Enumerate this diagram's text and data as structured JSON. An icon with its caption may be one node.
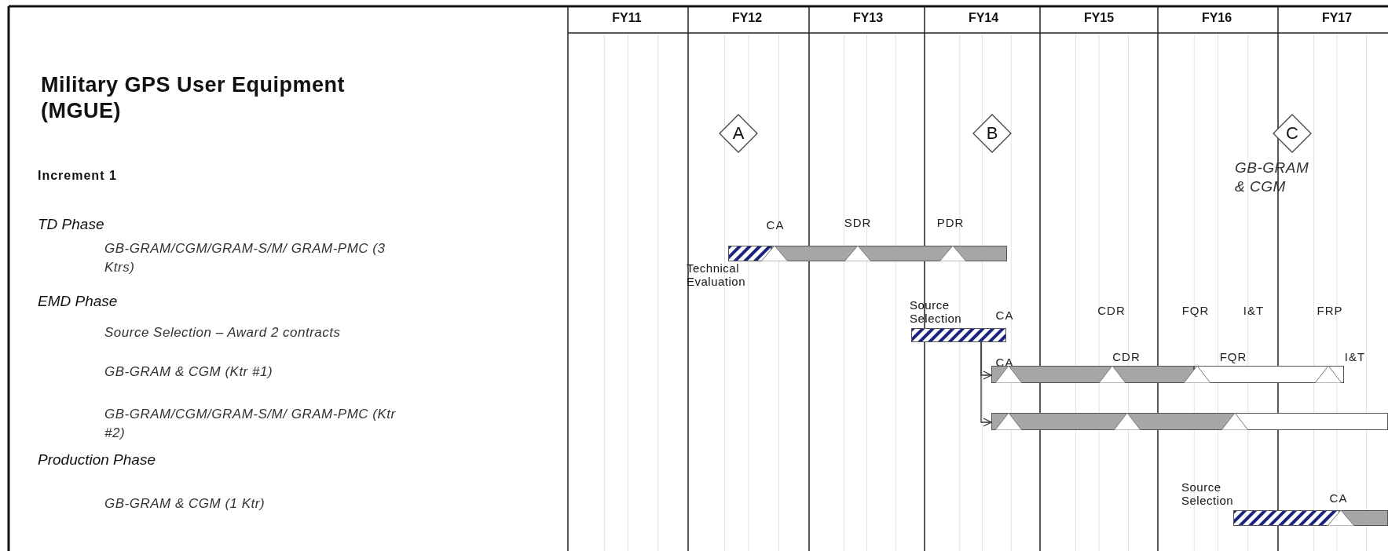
{
  "diagram": {
    "title": "Military GPS User Equipment (MGUE)",
    "nodes": [
      {
        "text": [
          "A"
        ]
      },
      {
        "text": [
          "B"
        ]
      },
      {
        "text": [
          "C"
        ],
        "beside": [
          "GB-GRAM & CGM"
        ]
      },
      {
        "text": [],
        "shape": "bar",
        "beside": [
          "Technical Evaluation"
        ]
      },
      {
        "text": [],
        "shape": "bar",
        "beside": [
          "Source Selection"
        ]
      },
      {
        "text": [],
        "shape": "bar"
      },
      {
        "text": [],
        "shape": "bar"
      },
      {
        "text": [],
        "shape": "bar",
        "beside": [
          "Source Selection"
        ]
      }
    ],
    "edges": [
      {
        "from": 4,
        "to": 5,
        "arrow": "to"
      },
      {
        "from": 4,
        "to": 6,
        "arrow": "to"
      }
    ],
    "labels": [
      "FY11",
      "FY12",
      "FY13",
      "FY14",
      "FY15",
      "FY16",
      "FY17",
      "Increment 1",
      "TD Phase",
      "GB-GRAM/CGM/GRAM-S/M/ GRAM-PMC (3 Ktrs)",
      "EMD Phase",
      "Source Selection – Award 2 contracts",
      "GB-GRAM & CGM (Ktr #1)",
      "GB-GRAM/CGM/GRAM-S/M/ GRAM-PMC (Ktr #2)",
      "Production Phase",
      "GB-GRAM & CGM (1 Ktr)",
      "CA",
      "SDR",
      "PDR",
      "CA",
      "CDR",
      "FQR",
      "I&T",
      "FRP",
      "CA",
      "CDR",
      "FQR",
      "I&T",
      "CA"
    ]
  }
}
